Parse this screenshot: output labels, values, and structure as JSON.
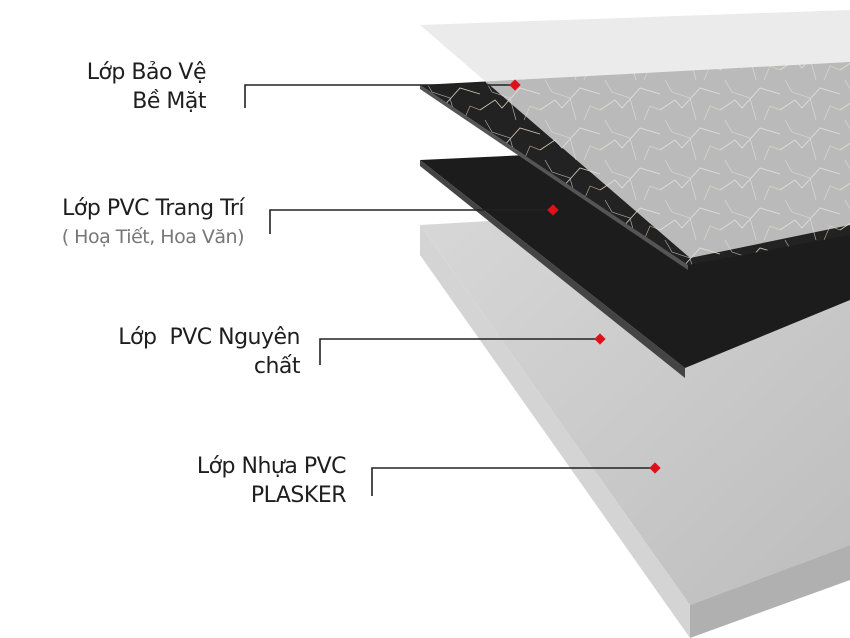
{
  "labels": [
    {
      "line1": "Lớp Bảo Vệ",
      "line2": "Bề Mặt"
    },
    {
      "line1": "Lớp PVC Trang Trí",
      "line2": "( Hoạ Tiết, Hoa Văn)"
    },
    {
      "line1": "Lớp  PVC Nguyên",
      "line2": "chất"
    },
    {
      "line1": "Lớp Nhựa PVC",
      "line2": "PLASKER"
    }
  ],
  "colors": {
    "marker": "#e0101a",
    "leader": "#222222",
    "base": "#c9c9c9",
    "core": "#1c1c1c",
    "marble": "#2a2a2a"
  }
}
